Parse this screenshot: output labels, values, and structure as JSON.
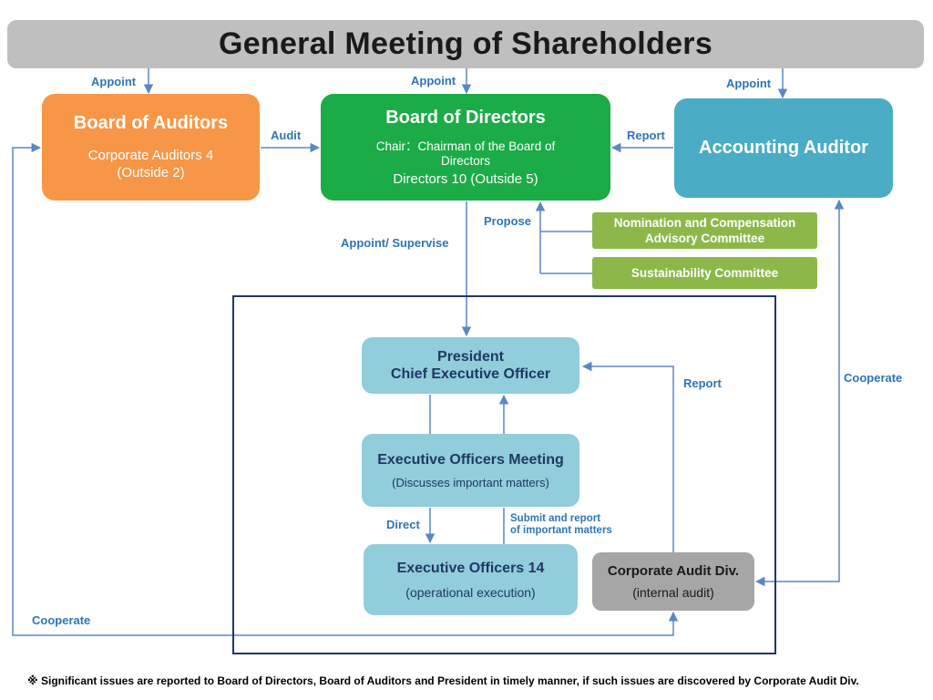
{
  "title": "General Meeting of Shareholders",
  "board_of_auditors": {
    "title": "Board of Auditors",
    "line1": "Corporate Auditors 4",
    "line2": "(Outside 2)"
  },
  "board_of_directors": {
    "title": "Board of Directors",
    "chair": "Chair：Chairman of the Board of Directors",
    "directors": "Directors 10 (Outside 5)"
  },
  "accounting_auditor": {
    "title": "Accounting Auditor"
  },
  "committees": {
    "nomination": "Nomination and Compensation Advisory Committee",
    "sustainability": "Sustainability Committee"
  },
  "president": {
    "line1": "President",
    "line2": "Chief Executive Officer"
  },
  "executive_officers_meeting": {
    "title": "Executive Officers Meeting",
    "subtitle": "(Discusses important matters)"
  },
  "executive_officers": {
    "title": "Executive Officers 14",
    "subtitle": "(operational execution)"
  },
  "corporate_audit": {
    "title": "Corporate Audit Div.",
    "subtitle": "(internal audit)"
  },
  "labels": {
    "appoint_auditors": "Appoint",
    "appoint_directors": "Appoint",
    "appoint_accounting": "Appoint",
    "audit": "Audit",
    "report_accounting": "Report",
    "propose": "Propose",
    "appoint_supervise": "Appoint/ Supervise",
    "report_internal": "Report",
    "cooperate_right": "Cooperate",
    "cooperate_bottom": "Cooperate",
    "direct": "Direct",
    "submit_line1": "Submit and report",
    "submit_line2": "of important matters"
  },
  "footnote": "※ Significant issues are reported to Board of Directors, Board of Auditors and President in timely manner, if such issues are discovered by Corporate Audit Div.",
  "colors": {
    "shareholders": "#bfbfbf",
    "auditors": "#f79646",
    "directors": "#1bab47",
    "accounting": "#4bacc6",
    "committee": "#8cb84a",
    "internal": "#92cddc",
    "audit_div": "#a6a6a6",
    "connector": "#5b87c5",
    "label": "#2e75b6",
    "frame": "#1f3864"
  }
}
